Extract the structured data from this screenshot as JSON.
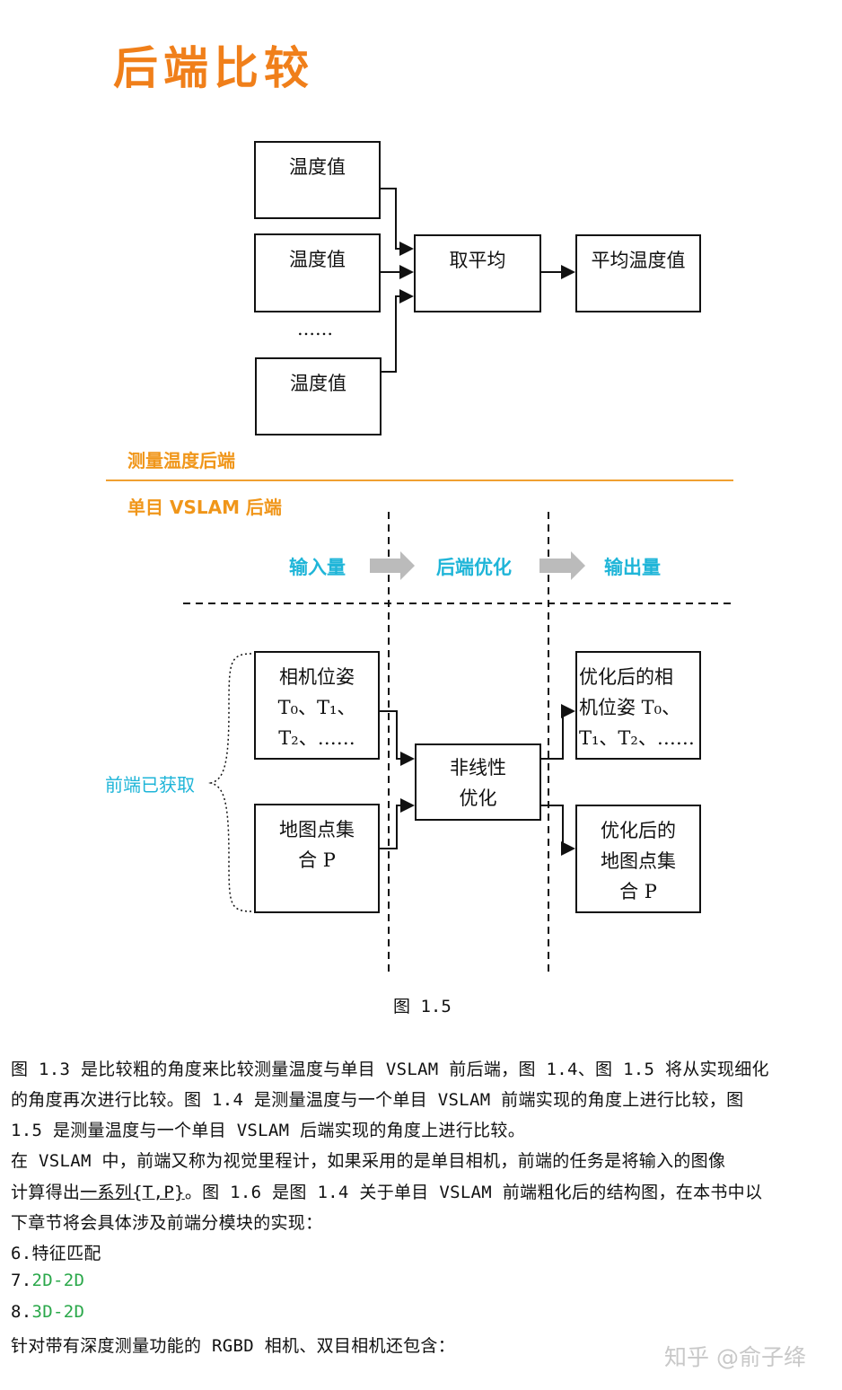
{
  "title": "后端比较",
  "diagram_top": {
    "inputs": [
      "温度值",
      "温度值",
      "温度值"
    ],
    "ellipsis": "……",
    "process": "取平均",
    "output": "平均温度值"
  },
  "section_labels": {
    "measure": "测量温度后端",
    "vslam": "单目 VSLAM 后端"
  },
  "headers": {
    "input": "输入量",
    "optimize": "后端优化",
    "output": "输出量"
  },
  "diagram_bottom": {
    "frontend_label": "前端已获取",
    "pose_box": [
      "相机位姿",
      "T₀、T₁、",
      "T₂、……"
    ],
    "map_box": [
      "地图点集",
      "合 P"
    ],
    "center_box": [
      "非线性",
      "优化"
    ],
    "out_pose_box": [
      "优化后的相",
      "机位姿 T₀、",
      "T₁、T₂、……"
    ],
    "out_map_box": [
      "优化后的",
      "地图点集",
      "合 P"
    ]
  },
  "caption": "图 1.5",
  "paragraph": {
    "lines": [
      "图 1.3 是比较粗的角度来比较测量温度与单目 VSLAM 前后端，图 1.4、图 1.5 将从实现细化",
      "的角度再次进行比较。图 1.4 是测量温度与一个单目 VSLAM 前端实现的角度上进行比较，图",
      "1.5 是测量温度与一个单目 VSLAM 后端实现的角度上进行比较。",
      "在 VSLAM 中，前端又称为视觉里程计，如果采用的是单目相机，前端的任务是将输入的图像"
    ],
    "line5_pre": "计算得出",
    "line5_link": "一系列{T,P}",
    "line5_post": "。图 1.6 是图 1.4 关于单目 VSLAM 前端粗化后的结构图，在本书中以",
    "line6": "下章节将会具体涉及前端分模块的实现：",
    "list": [
      {
        "num": "6.",
        "text": "特征匹配"
      },
      {
        "num": "7.",
        "text": "2D-2D"
      },
      {
        "num": "8.",
        "text": "3D-2D"
      }
    ],
    "last": "针对带有深度测量功能的 RGBD 相机、双目相机还包含："
  },
  "watermark": "知乎 @俞子绛",
  "colors": {
    "title": "#f07f1a",
    "section": "#f0961a",
    "header": "#1fb5d8",
    "link_green": "#2aa84a"
  }
}
